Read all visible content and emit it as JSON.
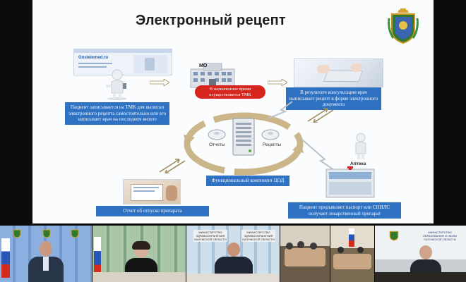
{
  "slide": {
    "title": "Электронный рецепт",
    "site_logo_text": "Gostelemed.ru",
    "mo_label": "МО",
    "pharmacy_label": "Аптека",
    "reports_label": "Отчеты",
    "recipes_label": "Рецепты",
    "captions": {
      "patient_tmk": "Пациент записывается на ТМК для выписки электронного рецепта самостоятельно или его записывает врач на последнем визите",
      "tmk_time": "В назначенное время осуществляется ТМК",
      "doctor_prescribes": "В результате консультации врач выписывает рецепт в форме электронного документа",
      "component": "Функциональный компонент ЦОД",
      "report": "Отчет об отпуске препарата",
      "patient_pharmacy": "Пациент предъявляет паспорт или СНИЛС получает лекарственный препарат"
    },
    "colors": {
      "caption_blue": "#2f72c2",
      "caption_red": "#d6251c",
      "ring": "#cbb68a"
    }
  },
  "video": {
    "tiles": [
      {
        "sign": ""
      },
      {
        "sign": ""
      },
      {
        "sign": "МИНИСТЕРСТВО ЗДРАВООХРАНЕНИЯ КАЛУЖСКОЙ ОБЛАСТИ"
      },
      {
        "sign": ""
      },
      {
        "sign": ""
      },
      {
        "sign": "МИНИСТЕРСТВО ОБРАЗОВАНИЯ И НАУКИ КАЛУЖСКОЙ ОБЛАСТИ"
      }
    ]
  }
}
